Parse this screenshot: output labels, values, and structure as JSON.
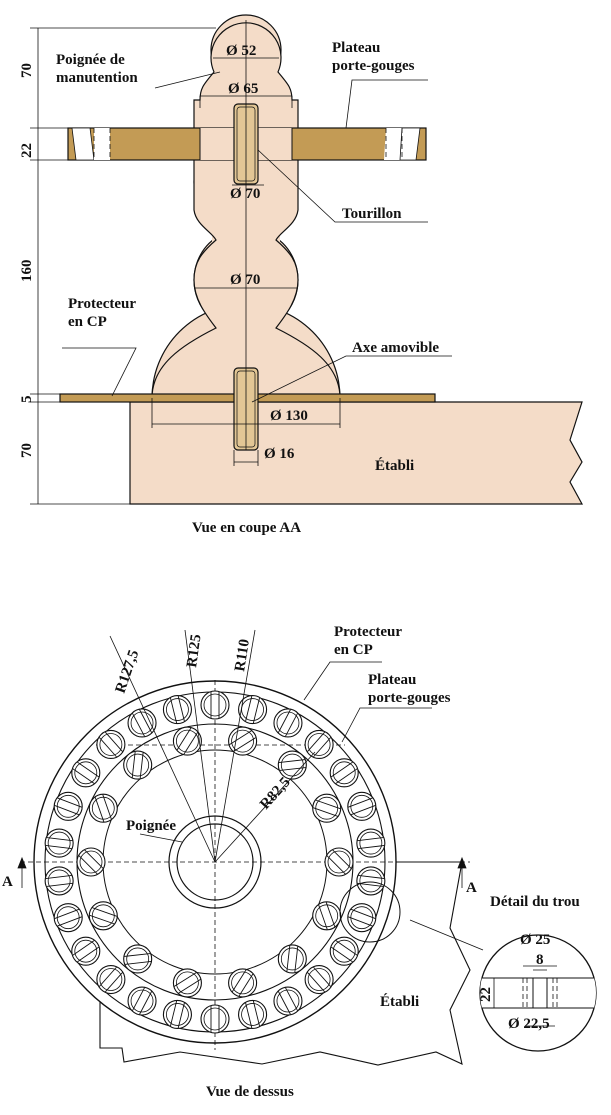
{
  "section_view": {
    "caption": "Vue en coupe AA",
    "labels": {
      "handle": "Poignée de\nmanutention",
      "tray": "Plateau\nporte-gouges",
      "pivot": "Tourillon",
      "protector": "Protecteur\nen CP",
      "pin": "Axe amovible",
      "bench": "Établi"
    },
    "diameters": {
      "d52": "Ø 52",
      "d65": "Ø 65",
      "d70a": "Ø 70",
      "d70b": "Ø 70",
      "d130": "Ø 130",
      "d16": "Ø 16"
    },
    "heights": {
      "h70_top": "70",
      "h22": "22",
      "h160": "160",
      "h5": "5",
      "h70_bottom": "70"
    }
  },
  "top_view": {
    "caption": "Vue de dessus",
    "radii": {
      "r127": "R127,5",
      "r125": "R125",
      "r110": "R110",
      "r82": "R82,5"
    },
    "labels": {
      "protector": "Protecteur\nen CP",
      "tray": "Plateau\nporte-gouges",
      "handle": "Poignée",
      "bench": "Établi",
      "section_mark_left": "A",
      "section_mark_right": "A"
    },
    "hole_detail": {
      "title": "Détail du trou",
      "d25": "Ø 25",
      "w8": "8",
      "t22": "22",
      "d22": "Ø 22,5"
    }
  },
  "colors": {
    "wood_light": "#f4dcc8",
    "wood_gold": "#c39b55",
    "line": "#111111"
  }
}
